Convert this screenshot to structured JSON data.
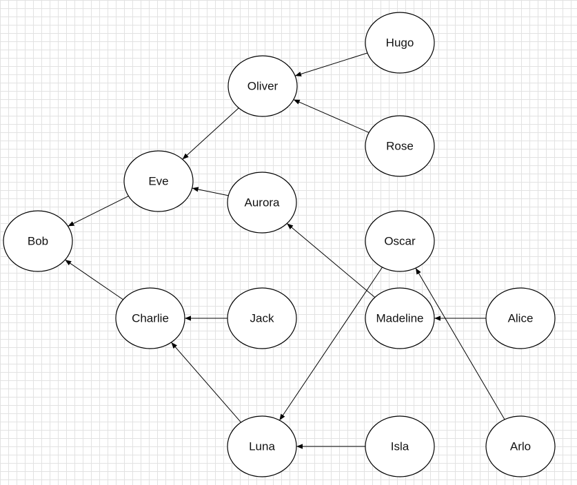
{
  "diagram": {
    "nodes": [
      {
        "id": "bob",
        "label": "Bob"
      },
      {
        "id": "eve",
        "label": "Eve"
      },
      {
        "id": "charlie",
        "label": "Charlie"
      },
      {
        "id": "oliver",
        "label": "Oliver"
      },
      {
        "id": "aurora",
        "label": "Aurora"
      },
      {
        "id": "jack",
        "label": "Jack"
      },
      {
        "id": "luna",
        "label": "Luna"
      },
      {
        "id": "hugo",
        "label": "Hugo"
      },
      {
        "id": "rose",
        "label": "Rose"
      },
      {
        "id": "oscar",
        "label": "Oscar"
      },
      {
        "id": "madeline",
        "label": "Madeline"
      },
      {
        "id": "isla",
        "label": "Isla"
      },
      {
        "id": "alice",
        "label": "Alice"
      },
      {
        "id": "arlo",
        "label": "Arlo"
      }
    ],
    "edges": [
      {
        "from": "eve",
        "to": "bob"
      },
      {
        "from": "charlie",
        "to": "bob"
      },
      {
        "from": "oliver",
        "to": "eve"
      },
      {
        "from": "aurora",
        "to": "eve"
      },
      {
        "from": "hugo",
        "to": "oliver"
      },
      {
        "from": "rose",
        "to": "oliver"
      },
      {
        "from": "jack",
        "to": "charlie"
      },
      {
        "from": "luna",
        "to": "charlie"
      },
      {
        "from": "madeline",
        "to": "aurora"
      },
      {
        "from": "oscar",
        "to": "luna"
      },
      {
        "from": "isla",
        "to": "luna"
      },
      {
        "from": "alice",
        "to": "madeline"
      },
      {
        "from": "arlo",
        "to": "oscar"
      }
    ]
  }
}
